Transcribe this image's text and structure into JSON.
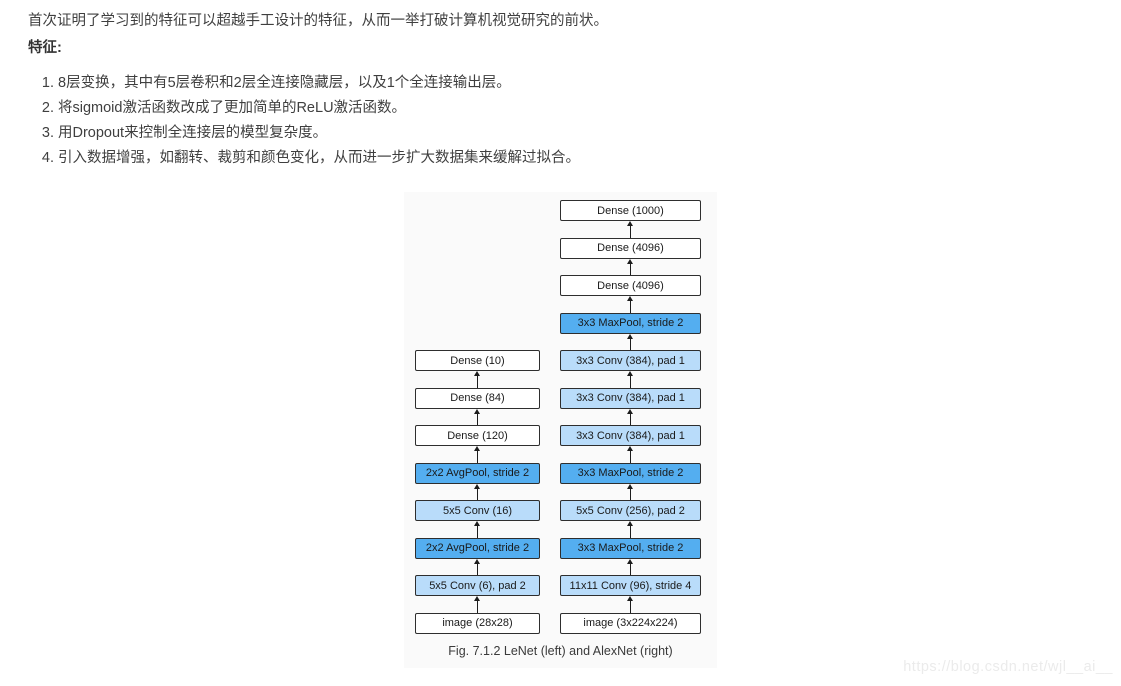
{
  "article": {
    "intro": "首次证明了学习到的特征可以超越手工设计的特征，从而一举打破计算机视觉研究的前状。",
    "features_heading": "特征:",
    "features": [
      "8层变换，其中有5层卷积和2层全连接隐藏层，以及1个全连接输出层。",
      "将sigmoid激活函数改成了更加简单的ReLU激活函数。",
      "用Dropout来控制全连接层的模型复杂度。",
      "引入数据增强，如翻转、裁剪和颜色变化，从而进一步扩大数据集来缓解过拟合。"
    ]
  },
  "figure": {
    "caption": "Fig. 7.1.2  LeNet (left) and AlexNet (right)",
    "colors": {
      "pool": "#54aef0",
      "conv": "#b9dcfa",
      "plain": "#ffffff"
    },
    "lenet": [
      {
        "label": "Dense (10)",
        "type": "plain"
      },
      {
        "label": "Dense (84)",
        "type": "plain"
      },
      {
        "label": "Dense (120)",
        "type": "plain"
      },
      {
        "label": "2x2 AvgPool, stride 2",
        "type": "pool"
      },
      {
        "label": "5x5 Conv (16)",
        "type": "conv"
      },
      {
        "label": "2x2 AvgPool, stride 2",
        "type": "pool"
      },
      {
        "label": "5x5 Conv (6), pad 2",
        "type": "conv"
      },
      {
        "label": "image (28x28)",
        "type": "plain"
      }
    ],
    "alexnet": [
      {
        "label": "Dense (1000)",
        "type": "plain"
      },
      {
        "label": "Dense (4096)",
        "type": "plain"
      },
      {
        "label": "Dense (4096)",
        "type": "plain"
      },
      {
        "label": "3x3 MaxPool, stride 2",
        "type": "pool"
      },
      {
        "label": "3x3 Conv (384), pad 1",
        "type": "conv"
      },
      {
        "label": "3x3 Conv (384), pad 1",
        "type": "conv"
      },
      {
        "label": "3x3 Conv (384), pad 1",
        "type": "conv"
      },
      {
        "label": "3x3 MaxPool, stride 2",
        "type": "pool"
      },
      {
        "label": "5x5 Conv (256), pad 2",
        "type": "conv"
      },
      {
        "label": "3x3 MaxPool, stride 2",
        "type": "pool"
      },
      {
        "label": "11x11 Conv (96), stride 4",
        "type": "conv"
      },
      {
        "label": "image (3x224x224)",
        "type": "plain"
      }
    ]
  },
  "watermark": {
    "text": "https://blog.csdn.net/wjl__ai__"
  }
}
